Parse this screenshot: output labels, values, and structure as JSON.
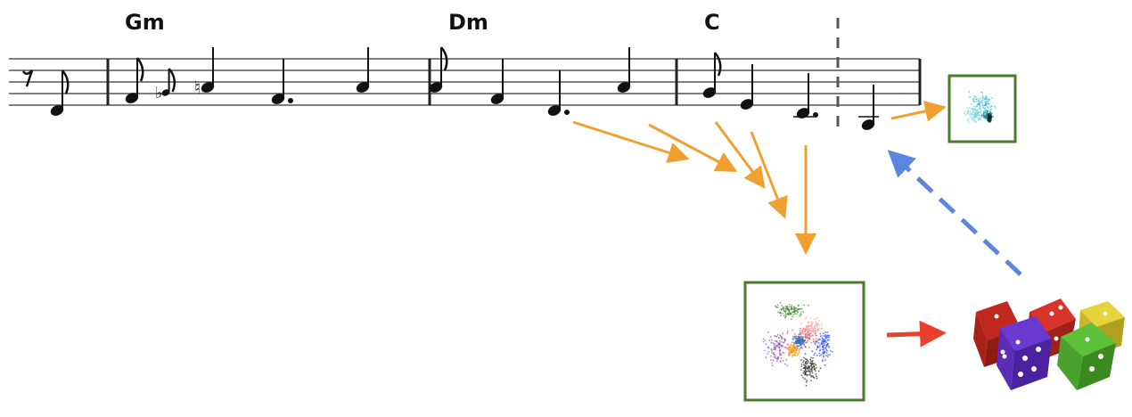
{
  "chords": [
    {
      "label": "Gm"
    },
    {
      "label": "Dm"
    },
    {
      "label": "C"
    }
  ],
  "colors": {
    "staff": "#444444",
    "note": "#111111",
    "context_arrow": "#f0a030",
    "sample_arrow": "#e8402a",
    "feedback_arrow": "#5b86e0",
    "box_border": "#4a7a2a",
    "small_cloud": "#3bbccc"
  },
  "icons": [
    "scatter-cloud-small",
    "scatter-cloud-mixture",
    "dice-icon"
  ]
}
